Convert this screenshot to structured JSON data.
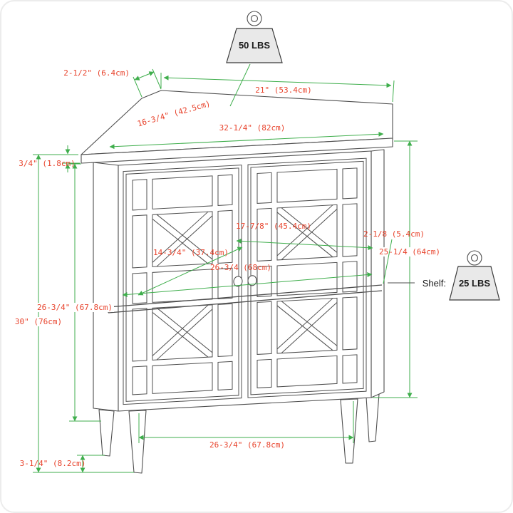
{
  "weights": {
    "top": {
      "label": "50 LBS"
    },
    "shelf": {
      "prefix": "Shelf:",
      "label": "25 LBS"
    }
  },
  "dimensions": {
    "corner_edge": "2-1/2\" (6.4cm)",
    "back_edge": "21\" (53.4cm)",
    "side_edge": "16-3/4\" (42.5cm)",
    "top_width": "32-1/4\" (82cm)",
    "top_thickness": "3/4\" (1.8cm)",
    "interior_width": "17-7/8\" (45.4cm)",
    "shelf_depth": "14-3/4\" (37.4cm)",
    "shelf_width": "26-3/4 (68cm)",
    "shelf_thickness": "2-1/8 (5.4cm)",
    "side_height": "25-1/4 (64cm)",
    "body_height": "26-3/4\" (67.8cm)",
    "overall_height": "30\" (76cm)",
    "leg_span": "26-3/4\" (67.8cm)",
    "leg_height": "3-1/4\" (8.2cm)"
  },
  "colors": {
    "dim_line": "#3fae4c",
    "dim_text": "#e8432c",
    "line": "#4f4f4f"
  }
}
